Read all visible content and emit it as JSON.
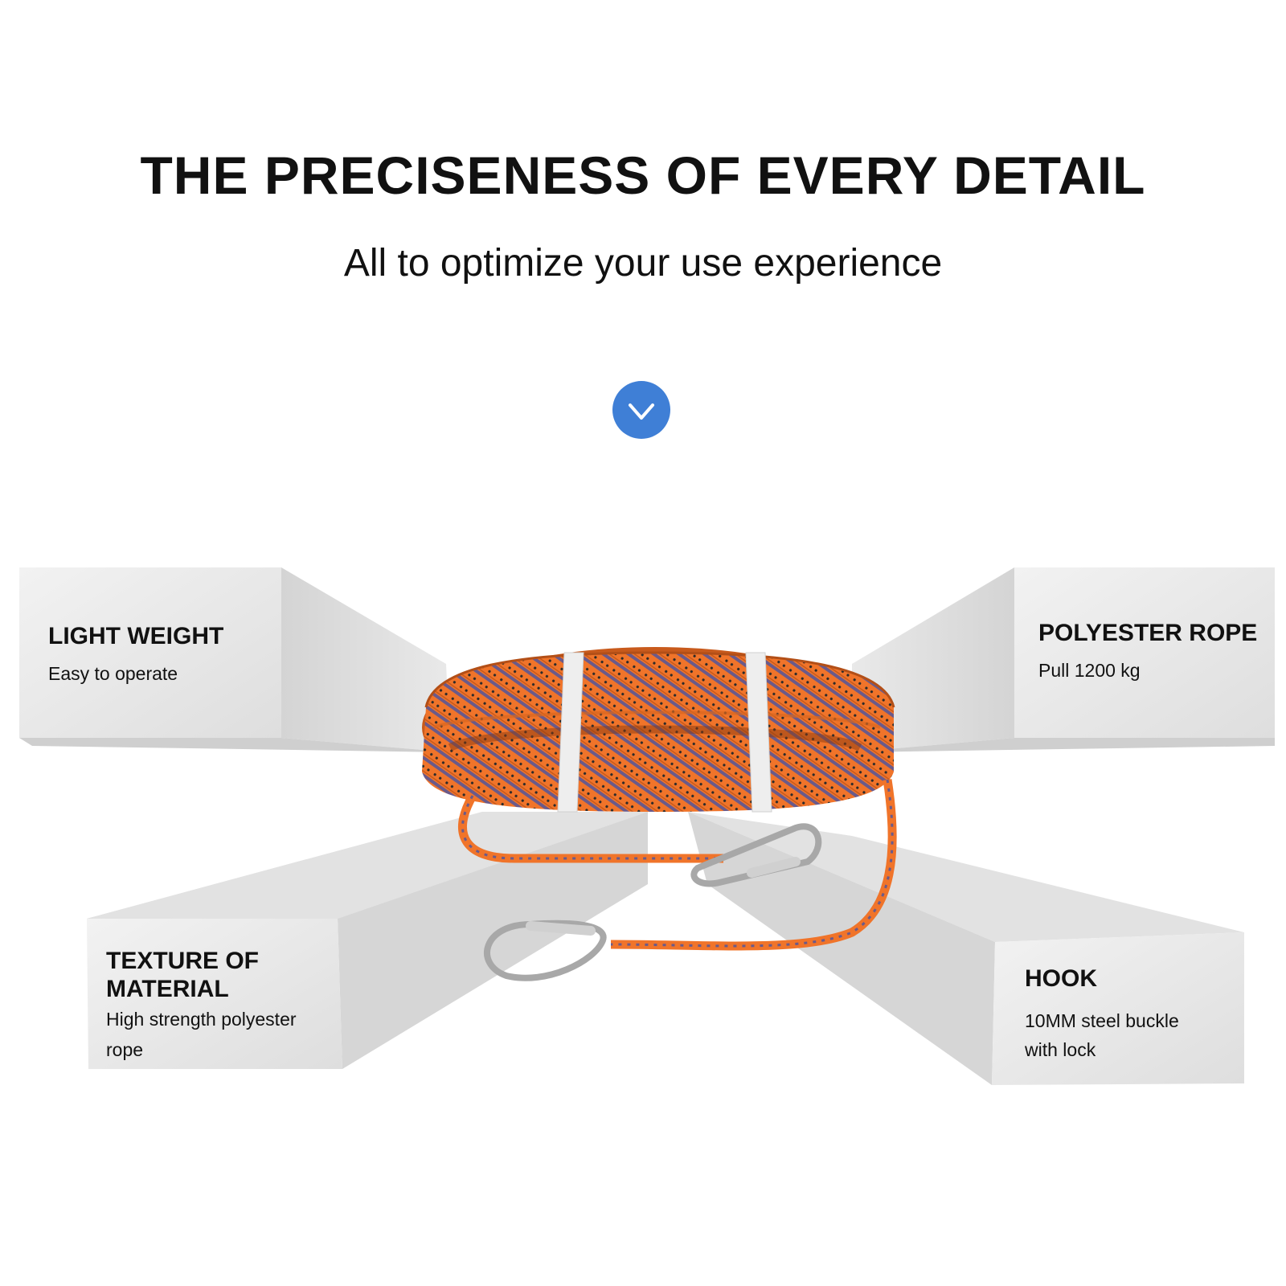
{
  "header": {
    "title": "THE PRECISENESS OF EVERY DETAIL",
    "subtitle": "All to optimize your use experience"
  },
  "features": {
    "top_left": {
      "title": "LIGHT WEIGHT",
      "description": "Easy to operate"
    },
    "top_right": {
      "title": "POLYESTER ROPE",
      "description": "Pull 1200 kg"
    },
    "bottom_left": {
      "title_line1": "TEXTURE OF",
      "title_line2": "MATERIAL",
      "description_line1": "High strength polyester",
      "description_line2": "rope"
    },
    "bottom_right": {
      "title": "HOOK",
      "description_line1": "10MM steel buckle",
      "description_line2": "with lock"
    }
  },
  "icons": {
    "scroll_indicator": "chevron-down-icon"
  },
  "colors": {
    "accent_blue": "#3f7fd6",
    "rope_orange": "#f0742a",
    "panel_gray": "#e4e4e4",
    "text": "#111111"
  }
}
